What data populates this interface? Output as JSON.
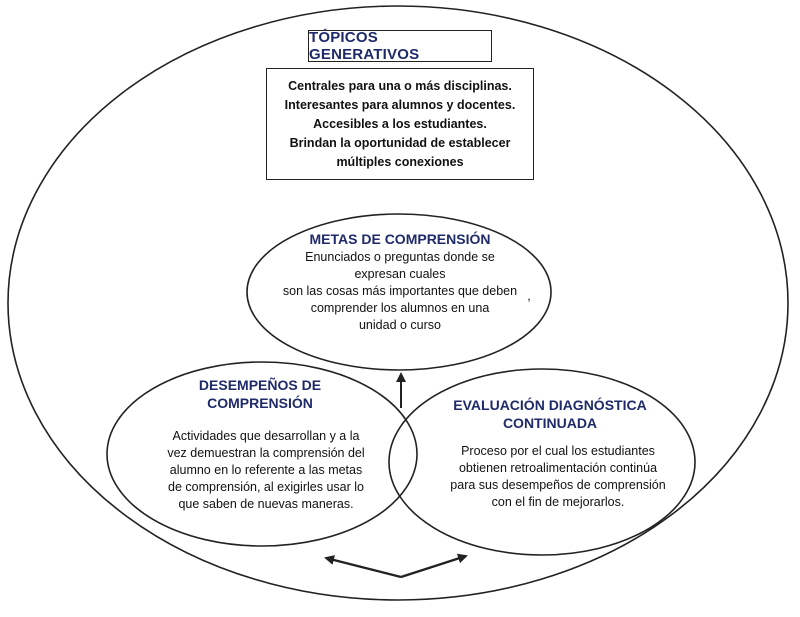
{
  "topicos": {
    "title": "TÓPICOS GENERATIVOS",
    "lines": [
      "Centrales para una o más disciplinas.",
      "Interesantes para alumnos y docentes.",
      "Accesibles a los estudiantes.",
      "Brindan la oportunidad de establecer",
      "múltiples conexiones"
    ]
  },
  "metas": {
    "title": "METAS DE COMPRENSIÓN",
    "lines": [
      "Enunciados o preguntas donde se",
      "expresan cuales",
      "son las cosas más importantes que deben",
      "comprender los alumnos en una",
      "unidad o curso"
    ],
    "stray_mark": ","
  },
  "desempenos": {
    "title_lines": [
      "DESEMPEÑOS DE",
      "COMPRENSIÓN"
    ],
    "lines": [
      "Actividades que desarrollan y a la",
      "vez demuestran la comprensión del",
      "alumno en lo referente a las metas",
      "de comprensión, al exigirles usar lo",
      "que saben de nuevas maneras."
    ]
  },
  "evaluacion": {
    "title_lines": [
      "EVALUACIÓN DIAGNÓSTICA",
      "CONTINUADA"
    ],
    "lines": [
      "Proceso por   el cual los estudiantes",
      "obtienen retroalimentación continúa",
      "para sus desempeños de comprensión",
      "con el fin de mejorarlos."
    ]
  },
  "colors": {
    "heading": "#1f2a6b",
    "stroke": "#222222"
  }
}
